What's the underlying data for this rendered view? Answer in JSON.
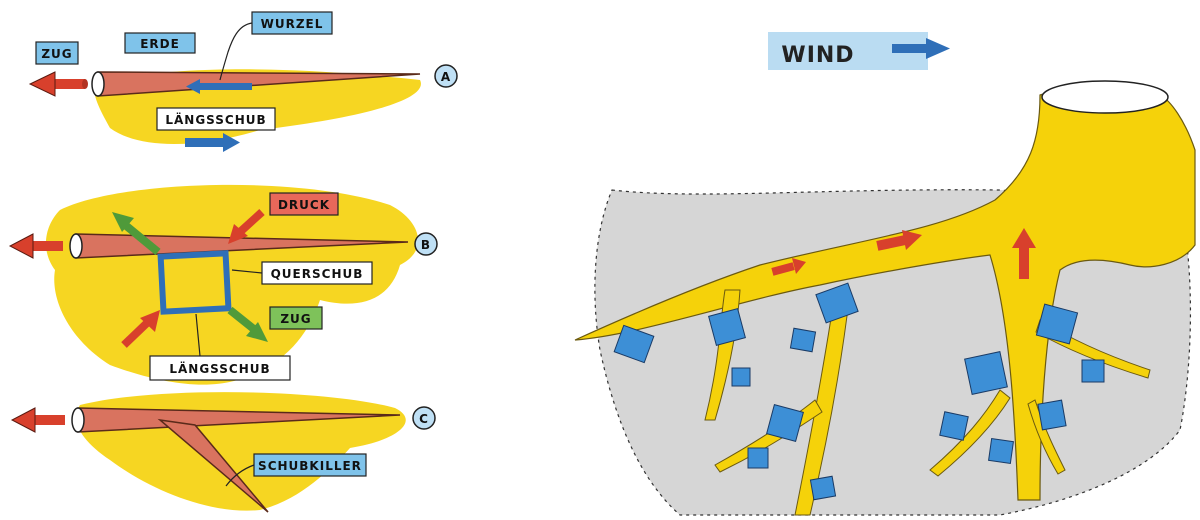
{
  "left_panel": {
    "diagram_a": {
      "marker": "A",
      "labels": {
        "zug": "ZUG",
        "erde": "ERDE",
        "wurzel": "WURZEL",
        "laengsschub": "LÄNGSSCHUB"
      }
    },
    "diagram_b": {
      "marker": "B",
      "labels": {
        "druck": "DRUCK",
        "querschub": "QUERSCHUB",
        "zug": "ZUG",
        "laengsschub": "LÄNGSSCHUB"
      }
    },
    "diagram_c": {
      "marker": "C",
      "labels": {
        "schubkiller": "SCHUBKILLER"
      }
    }
  },
  "right_panel": {
    "wind_label": "WIND"
  },
  "colors": {
    "earth_yellow": "#f5d20a",
    "root_red": "#d9735f",
    "shear_blue": "#3d8fd6",
    "pull_green": "#4f9a3a",
    "force_red": "#d8402c",
    "soil_grey": "#d6d6d6"
  }
}
